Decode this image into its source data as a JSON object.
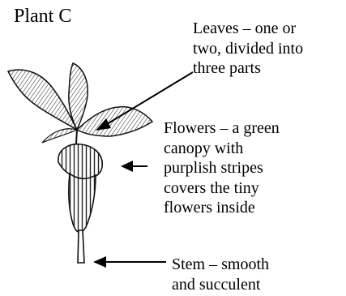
{
  "title": "Plant C",
  "labels": {
    "leaves": [
      "Leaves – one or",
      "two, divided into",
      "three parts"
    ],
    "flowers": [
      "Flowers – a green",
      "canopy with",
      "purplish stripes",
      "covers the tiny",
      "flowers inside"
    ],
    "stem": [
      "Stem – smooth",
      "and succulent"
    ]
  },
  "illustration": "plant-drawing"
}
